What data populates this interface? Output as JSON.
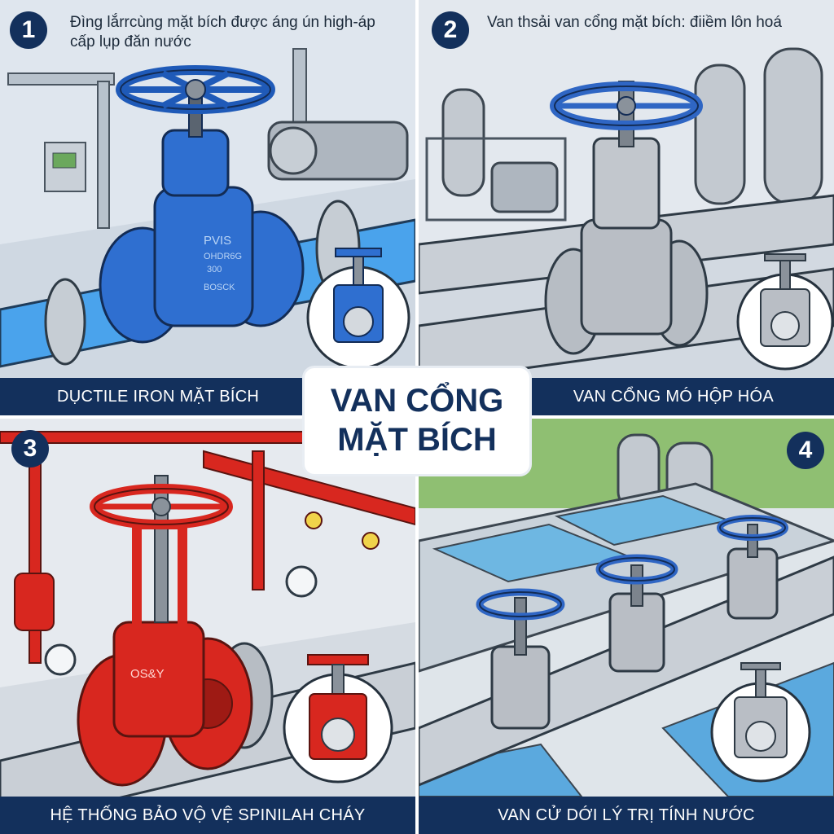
{
  "center_title": {
    "line1": "VAN CỔNG",
    "line2": "MẶT BÍCH"
  },
  "panels": [
    {
      "number": "1",
      "top_caption": "Đìng lắrrcùng mặt bích được áng ún high-áp cấp lụp đăn nước",
      "bottom_label": "DỤCTILE IRON MẶT BÍCH",
      "valve_color": "#2f6fd0",
      "body_text": [
        "PVIS",
        "OHDR6G",
        "300",
        "BOSCK"
      ]
    },
    {
      "number": "2",
      "top_caption": "Van thsải van cổng mặt bích: điiềm lôn hoá",
      "bottom_label": "VAN CỔNG MÓ HỘP HÓA",
      "valve_color": "#b9bec5"
    },
    {
      "number": "3",
      "bottom_label": "HỆ THỐNG BẢO VỘ VỆ SPINILAH CHÁY",
      "valve_color": "#d8271f",
      "body_text": [
        "OS&Y"
      ]
    },
    {
      "number": "4",
      "bottom_label": "VAN CỬ DỚI LÝ TRỊ TÍNH NƯỚC",
      "valve_color": "#2f66c4"
    }
  ]
}
